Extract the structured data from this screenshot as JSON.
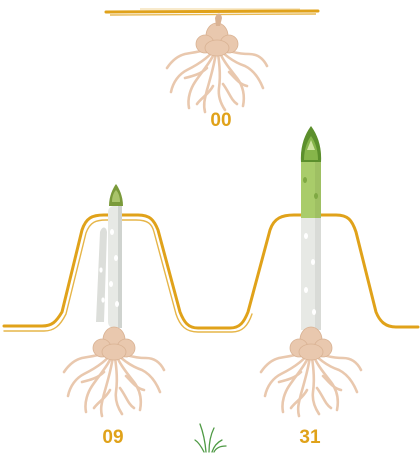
{
  "colors": {
    "gold": "#E0A21A",
    "root": "#E9C8AE",
    "root_dark": "#D9B293",
    "white_spear": "#E7E9E5",
    "spear_shadow": "#CFD3CF",
    "green_spear": "#A9CC6A",
    "green_tip": "#5C8F2C",
    "grass": "#4F9A45"
  },
  "stages": [
    {
      "label": "00"
    },
    {
      "label": "09"
    },
    {
      "label": "31"
    }
  ],
  "icons": [
    "asparagus-crown-icon",
    "white-asparagus-spear-icon",
    "green-asparagus-spear-icon",
    "grass-sprout-icon"
  ]
}
